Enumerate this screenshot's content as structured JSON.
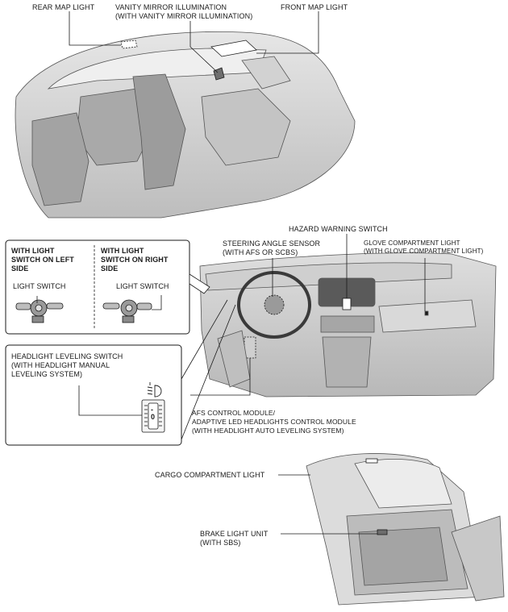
{
  "labels": {
    "rear_map_light": "REAR MAP LIGHT",
    "vanity_mirror": [
      "VANITY MIRROR ILLUMINATION",
      "(WITH VANITY MIRROR ILLUMINATION)"
    ],
    "front_map_light": "FRONT MAP LIGHT",
    "hazard_warning_switch": "HAZARD WARNING SWITCH",
    "steering_angle_sensor": [
      "STEERING ANGLE SENSOR",
      "(WITH AFS OR SCBS)"
    ],
    "glove_compartment_light": [
      "GLOVE COMPARTMENT LIGHT",
      "(WITH GLOVE COMPARTMENT LIGHT)"
    ],
    "afs_control_module": [
      "AFS CONTROL MODULE/",
      "ADAPTIVE LED HEADLIGHTS CONTROL MODULE",
      "(WITH HEADLIGHT AUTO LEVELING SYSTEM)"
    ],
    "cargo_compartment_light": "CARGO COMPARTMENT LIGHT",
    "brake_light_unit": [
      "BRAKE LIGHT UNIT",
      "(WITH SBS)"
    ]
  },
  "light_switch_box": {
    "left_title": [
      "WITH LIGHT",
      "SWITCH ON LEFT",
      "SIDE"
    ],
    "right_title": [
      "WITH LIGHT",
      "SWITCH ON RIGHT",
      "SIDE"
    ],
    "left_caption": "LIGHT SWITCH",
    "right_caption": "LIGHT SWITCH"
  },
  "leveling_box": {
    "title": [
      "HEADLIGHT LEVELING SWITCH",
      "(WITH HEADLIGHT MANUAL",
      "LEVELING SYSTEM)"
    ],
    "dial_marks": [
      "-",
      "0"
    ]
  },
  "colors": {
    "line": "#1a1a1a",
    "shade": "#d8d8d8",
    "mid": "#b4b4b4",
    "dark": "#7a7a7a"
  }
}
